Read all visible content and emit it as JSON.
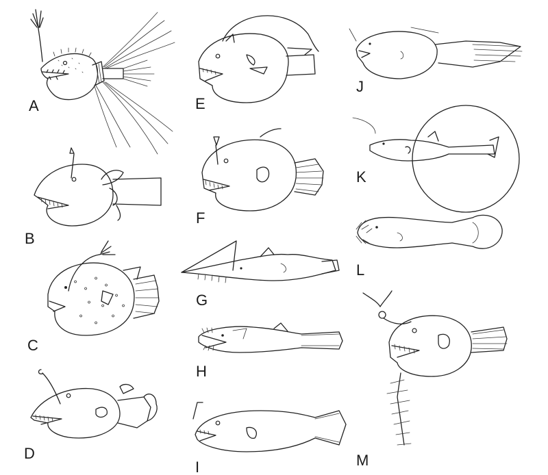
{
  "panels": [
    {
      "id": "A",
      "label": "A"
    },
    {
      "id": "B",
      "label": "B"
    },
    {
      "id": "C",
      "label": "C"
    },
    {
      "id": "D",
      "label": "D"
    },
    {
      "id": "E",
      "label": "E"
    },
    {
      "id": "F",
      "label": "F"
    },
    {
      "id": "G",
      "label": "G"
    },
    {
      "id": "H",
      "label": "H"
    },
    {
      "id": "I",
      "label": "I"
    },
    {
      "id": "J",
      "label": "J"
    },
    {
      "id": "K",
      "label": "K"
    },
    {
      "id": "L",
      "label": "L"
    },
    {
      "id": "M",
      "label": "M"
    }
  ]
}
